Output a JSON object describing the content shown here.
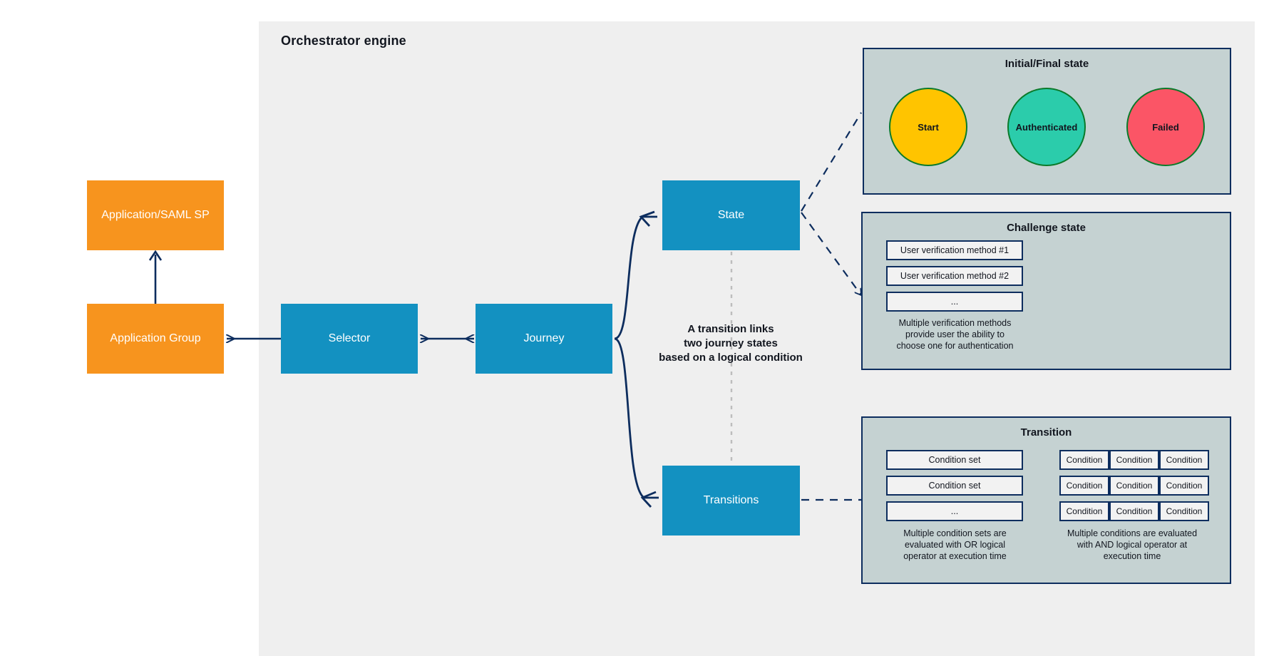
{
  "diagram": {
    "title": "Orchestrator engine",
    "centre_note": "A transition links\ntwo journey states\nbased on a logical condition",
    "colors": {
      "panel_bg": "#efefef",
      "orange_node": "#f7941e",
      "blue_node": "#1391c1",
      "detail_panel_bg": "#c5d2d2",
      "stroke_navy": "#0d2d5e",
      "circle_border": "#0b7a2a",
      "start_fill": "#ffc400",
      "authenticated_fill": "#2bccab",
      "failed_fill": "#fb5566"
    }
  },
  "nodes": {
    "application": "Application/SAML SP",
    "application_group": "Application Group",
    "selector": "Selector",
    "journey": "Journey",
    "state": "State",
    "transitions": "Transitions"
  },
  "centre_note_lines": [
    "A transition links",
    "two journey states",
    "based on a logical condition"
  ],
  "panels": {
    "initial_final": {
      "title": "Initial/Final state",
      "circles": [
        {
          "label": "Start",
          "fill": "#ffc400"
        },
        {
          "label": "Authenticated",
          "fill": "#2bccab"
        },
        {
          "label": "Failed",
          "fill": "#fb5566"
        }
      ]
    },
    "challenge": {
      "title": "Challenge state",
      "items": [
        "User verification method #1",
        "User verification method #2",
        "..."
      ],
      "note_lines": [
        "Multiple verification methods",
        "provide user the ability to",
        "choose one for authentication"
      ]
    },
    "transition": {
      "title": "Transition",
      "condition_sets": [
        "Condition set",
        "Condition set",
        "..."
      ],
      "condition_sets_note_lines": [
        "Multiple condition sets are",
        "evaluated with OR logical",
        "operator at execution time"
      ],
      "condition_grid": [
        [
          "Condition",
          "Condition",
          "Condition"
        ],
        [
          "Condition",
          "Condition",
          "Condition"
        ],
        [
          "Condition",
          "Condition",
          "Condition"
        ]
      ],
      "conditions_note_lines": [
        "Multiple conditions are evaluated",
        "with AND logical operator at",
        "execution time"
      ]
    }
  }
}
